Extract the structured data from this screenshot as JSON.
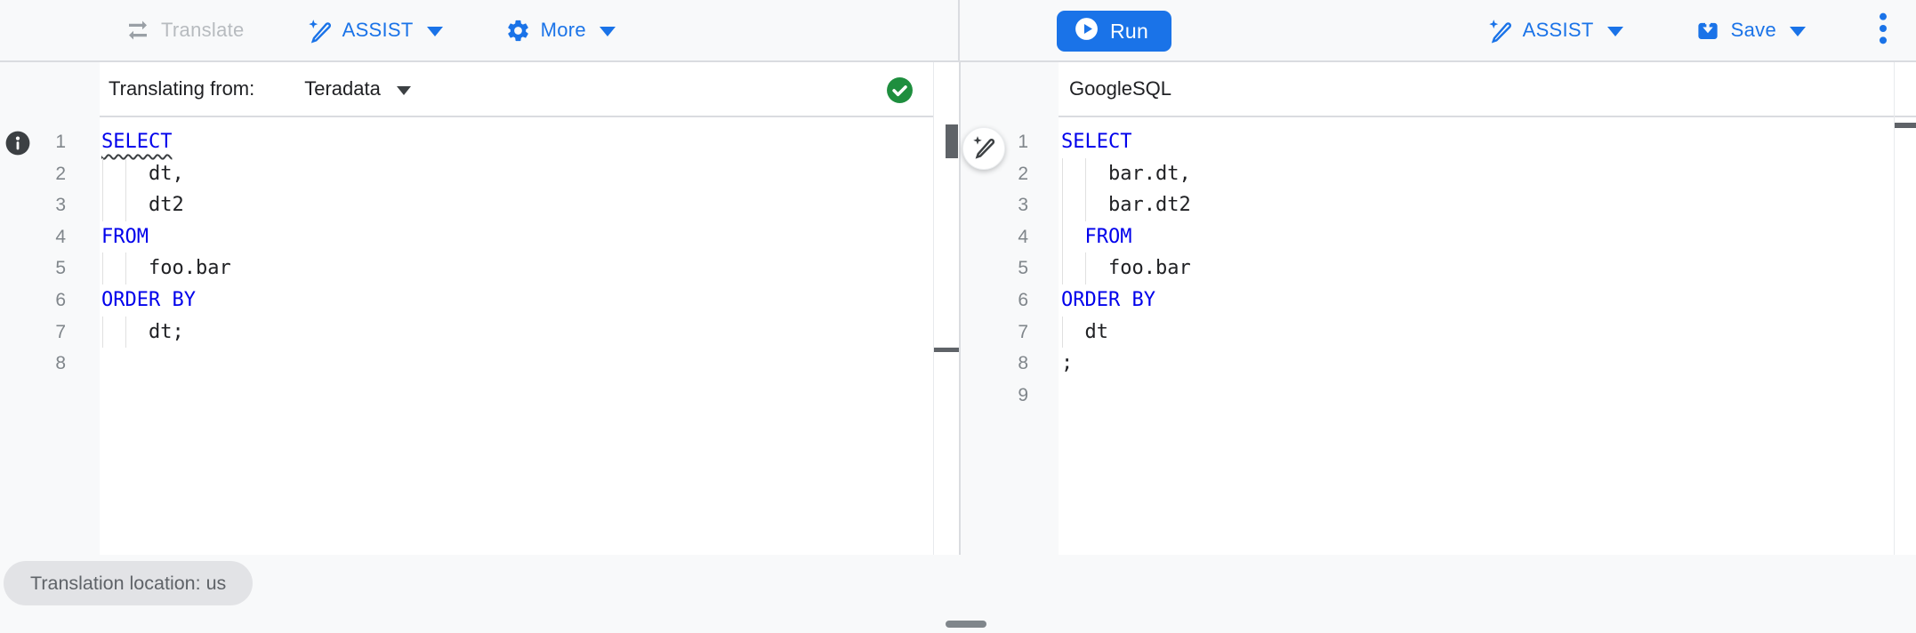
{
  "toolbar": {
    "translate_label": "Translate",
    "assist_left_label": "ASSIST",
    "more_label": "More",
    "run_label": "Run",
    "assist_right_label": "ASSIST",
    "save_label": "Save",
    "icons": {
      "translate": "swap-arrows-icon",
      "assist": "magic-pen-icon",
      "more": "gear-icon",
      "run": "play-circle-icon",
      "save": "save-tray-icon",
      "overflow": "three-dot-menu-icon"
    }
  },
  "left_editor": {
    "header_label": "Translating from:",
    "dialect": "Teradata",
    "status_icon": "check-circle-icon",
    "gutter_icon": "info-icon",
    "lines": [
      {
        "num": "1",
        "guides": 0,
        "tokens": [
          {
            "type": "keyword",
            "text": "SELECT",
            "squiggle": true
          }
        ]
      },
      {
        "num": "2",
        "guides": 2,
        "tokens": [
          {
            "type": "plain",
            "text": "    dt,"
          }
        ]
      },
      {
        "num": "3",
        "guides": 2,
        "tokens": [
          {
            "type": "plain",
            "text": "    dt2"
          }
        ]
      },
      {
        "num": "4",
        "guides": 0,
        "tokens": [
          {
            "type": "keyword",
            "text": "FROM"
          }
        ]
      },
      {
        "num": "5",
        "guides": 2,
        "tokens": [
          {
            "type": "plain",
            "text": "    foo.bar"
          }
        ]
      },
      {
        "num": "6",
        "guides": 0,
        "tokens": [
          {
            "type": "keyword",
            "text": "ORDER BY"
          }
        ]
      },
      {
        "num": "7",
        "guides": 2,
        "tokens": [
          {
            "type": "plain",
            "text": "    dt;"
          }
        ]
      },
      {
        "num": "8",
        "guides": 0,
        "tokens": []
      }
    ]
  },
  "right_editor": {
    "header_label": "GoogleSQL",
    "edit_icon": "magic-pen-icon",
    "lines": [
      {
        "num": "1",
        "guides": 0,
        "tokens": [
          {
            "type": "keyword",
            "text": "SELECT"
          }
        ]
      },
      {
        "num": "2",
        "guides": 2,
        "tokens": [
          {
            "type": "plain",
            "text": "    bar.dt,"
          }
        ]
      },
      {
        "num": "3",
        "guides": 2,
        "tokens": [
          {
            "type": "plain",
            "text": "    bar.dt2"
          }
        ]
      },
      {
        "num": "4",
        "guides": 1,
        "tokens": [
          {
            "type": "plain",
            "text": "  "
          },
          {
            "type": "keyword",
            "text": "FROM"
          }
        ]
      },
      {
        "num": "5",
        "guides": 2,
        "tokens": [
          {
            "type": "plain",
            "text": "    foo.bar"
          }
        ]
      },
      {
        "num": "6",
        "guides": 0,
        "tokens": [
          {
            "type": "keyword",
            "text": "ORDER BY"
          }
        ]
      },
      {
        "num": "7",
        "guides": 1,
        "tokens": [
          {
            "type": "plain",
            "text": "  dt"
          }
        ]
      },
      {
        "num": "8",
        "guides": 0,
        "tokens": [
          {
            "type": "plain",
            "text": ";"
          }
        ]
      },
      {
        "num": "9",
        "guides": 0,
        "tokens": []
      }
    ]
  },
  "footer": {
    "location_chip": "Translation location: us"
  },
  "colors": {
    "accent": "#1a73e8",
    "keyword": "#0000eb",
    "status_green": "#1e8e3e",
    "toolbar_bg": "#f8f9fa",
    "gutter_bg": "#f8f9fa"
  }
}
